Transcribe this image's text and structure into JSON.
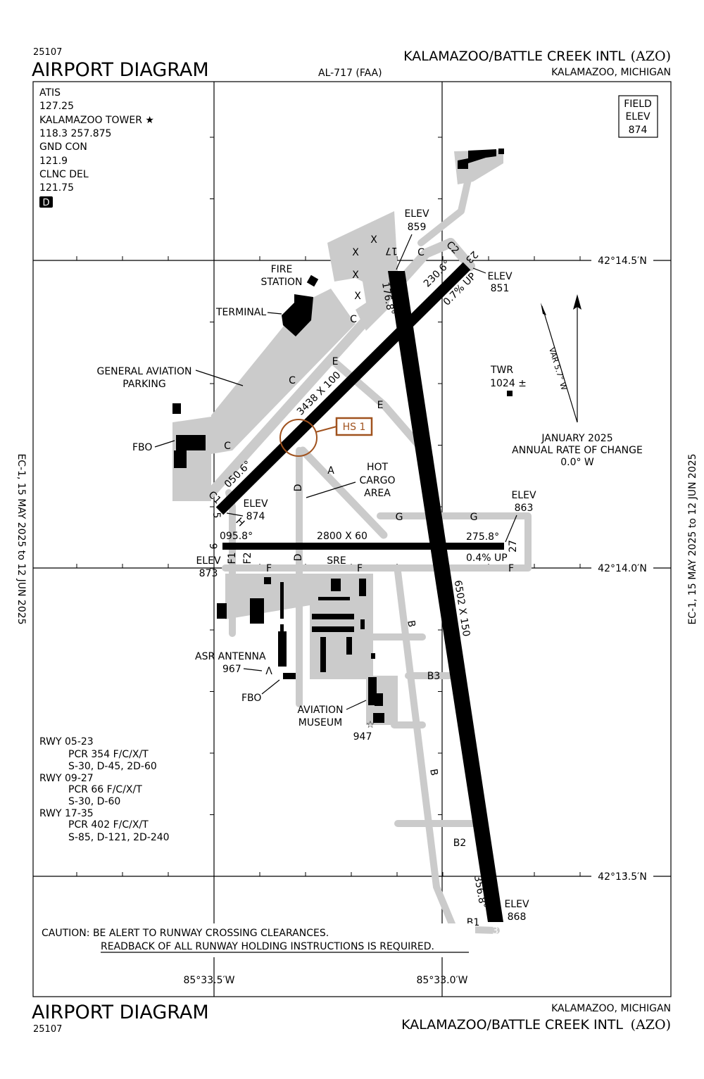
{
  "header": {
    "chart_number": "25107",
    "title": "AIRPORT DIAGRAM",
    "procedure": "AL-717 (FAA)",
    "airport_name": "KALAMAZOO/BATTLE CREEK INTL",
    "airport_id": "(AZO)",
    "location": "KALAMAZOO, MICHIGAN"
  },
  "footer": {
    "title": "AIRPORT DIAGRAM",
    "chart_number": "25107",
    "location": "KALAMAZOO, MICHIGAN",
    "airport_name": "KALAMAZOO/BATTLE CREEK INTL",
    "airport_id": "(AZO)"
  },
  "side_label": "EC-1,  15 MAY 2025  to  12 JUN 2025",
  "comms": [
    "ATIS",
    "127.25",
    "KALAMAZOO TOWER ★",
    "118.3  257.875",
    "GND CON",
    "121.9",
    "CLNC DEL",
    "121.75"
  ],
  "airspace_badge": "D",
  "field_elev": {
    "l1": "FIELD",
    "l2": "ELEV",
    "value": "874"
  },
  "coords": {
    "lat1": "42°14.5′N",
    "lat2": "42°14.0′N",
    "lat3": "42°13.5′N",
    "lon1": "85°33.5′W",
    "lon2": "85°33.0′W"
  },
  "magvar": {
    "var": "VAR 5.7° W",
    "l1": "JANUARY 2025",
    "l2": "ANNUAL RATE OF CHANGE",
    "l3": "0.0° W"
  },
  "labels": {
    "elev": "ELEV",
    "elev_859": "859",
    "elev_851": "851",
    "elev_874": "874",
    "elev_873": "873",
    "elev_863": "863",
    "elev_868": "868",
    "fire1": "FIRE",
    "fire2": "STATION",
    "terminal": "TERMINAL",
    "ga1": "GENERAL AVIATION",
    "ga2": "PARKING",
    "fbo": "FBO",
    "twr": "TWR",
    "twr_elev": "1024 ±",
    "hot1": "HOT",
    "hot2": "CARGO",
    "hot3": "AREA",
    "hs": "HS 1",
    "sre": "SRE",
    "asr": "ASR ANTENNA",
    "asr_elev": "967",
    "museum1": "AVIATION",
    "museum2": "MUSEUM",
    "museum_elev": "947"
  },
  "runways": {
    "r17": "17",
    "r35": "35",
    "r5": "5",
    "r23": "23",
    "r9": "9",
    "r27": "27",
    "hdg_176": "176.8°",
    "hdg_356": "356.8°",
    "hdg_230": "230.6°",
    "hdg_050": "050.6°",
    "hdg_095": "095.8°",
    "hdg_275": "275.8°",
    "dim_523": "3438 X 100",
    "dim_927": "2800 X 60",
    "dim_1735": "6502 X 150",
    "grad_23": "0.7% UP",
    "grad_27": "0.4% UP"
  },
  "taxiways": {
    "x": "X",
    "c": "C",
    "c1": "C1",
    "c2": "C2",
    "e": "E",
    "a": "A",
    "d": "D",
    "g": "G",
    "h": "H",
    "f": "F",
    "f1": "F1",
    "f2": "F2",
    "b": "B",
    "b1": "B1",
    "b2": "B2",
    "b3": "B3"
  },
  "pcr": [
    "RWY 05-23",
    "PCR 354 F/C/X/T",
    "S-30, D-45, 2D-60",
    "RWY 09-27",
    "PCR 66 F/C/X/T",
    "S-30, D-60",
    "RWY 17-35",
    "PCR 402 F/C/X/T",
    "S-85, D-121, 2D-240"
  ],
  "caution": {
    "l1": "CAUTION: BE ALERT TO RUNWAY CROSSING CLEARANCES.",
    "l2": "READBACK OF ALL RUNWAY HOLDING INSTRUCTIONS IS REQUIRED."
  },
  "colors": {
    "hotspot": "#a0521e",
    "pavement": "#cbcbcb"
  }
}
